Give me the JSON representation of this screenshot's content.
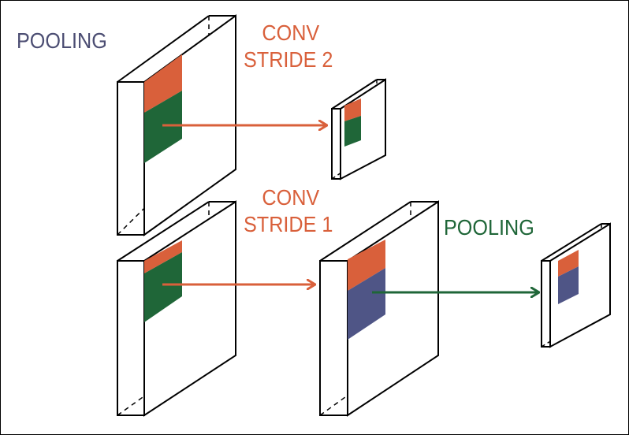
{
  "labels": {
    "pooling_title": "POOLING",
    "conv_top_line1": "CONV",
    "conv_top_line2": "STRIDE 2",
    "conv_bottom_line1": "CONV",
    "conv_bottom_line2": "STRIDE 1",
    "pooling_arrow": "POOLING"
  },
  "colors": {
    "orange": "#d9603b",
    "green": "#1f6638",
    "navy": "#4f5586",
    "title_gray": "#4c4e73",
    "outline": "#000000"
  }
}
